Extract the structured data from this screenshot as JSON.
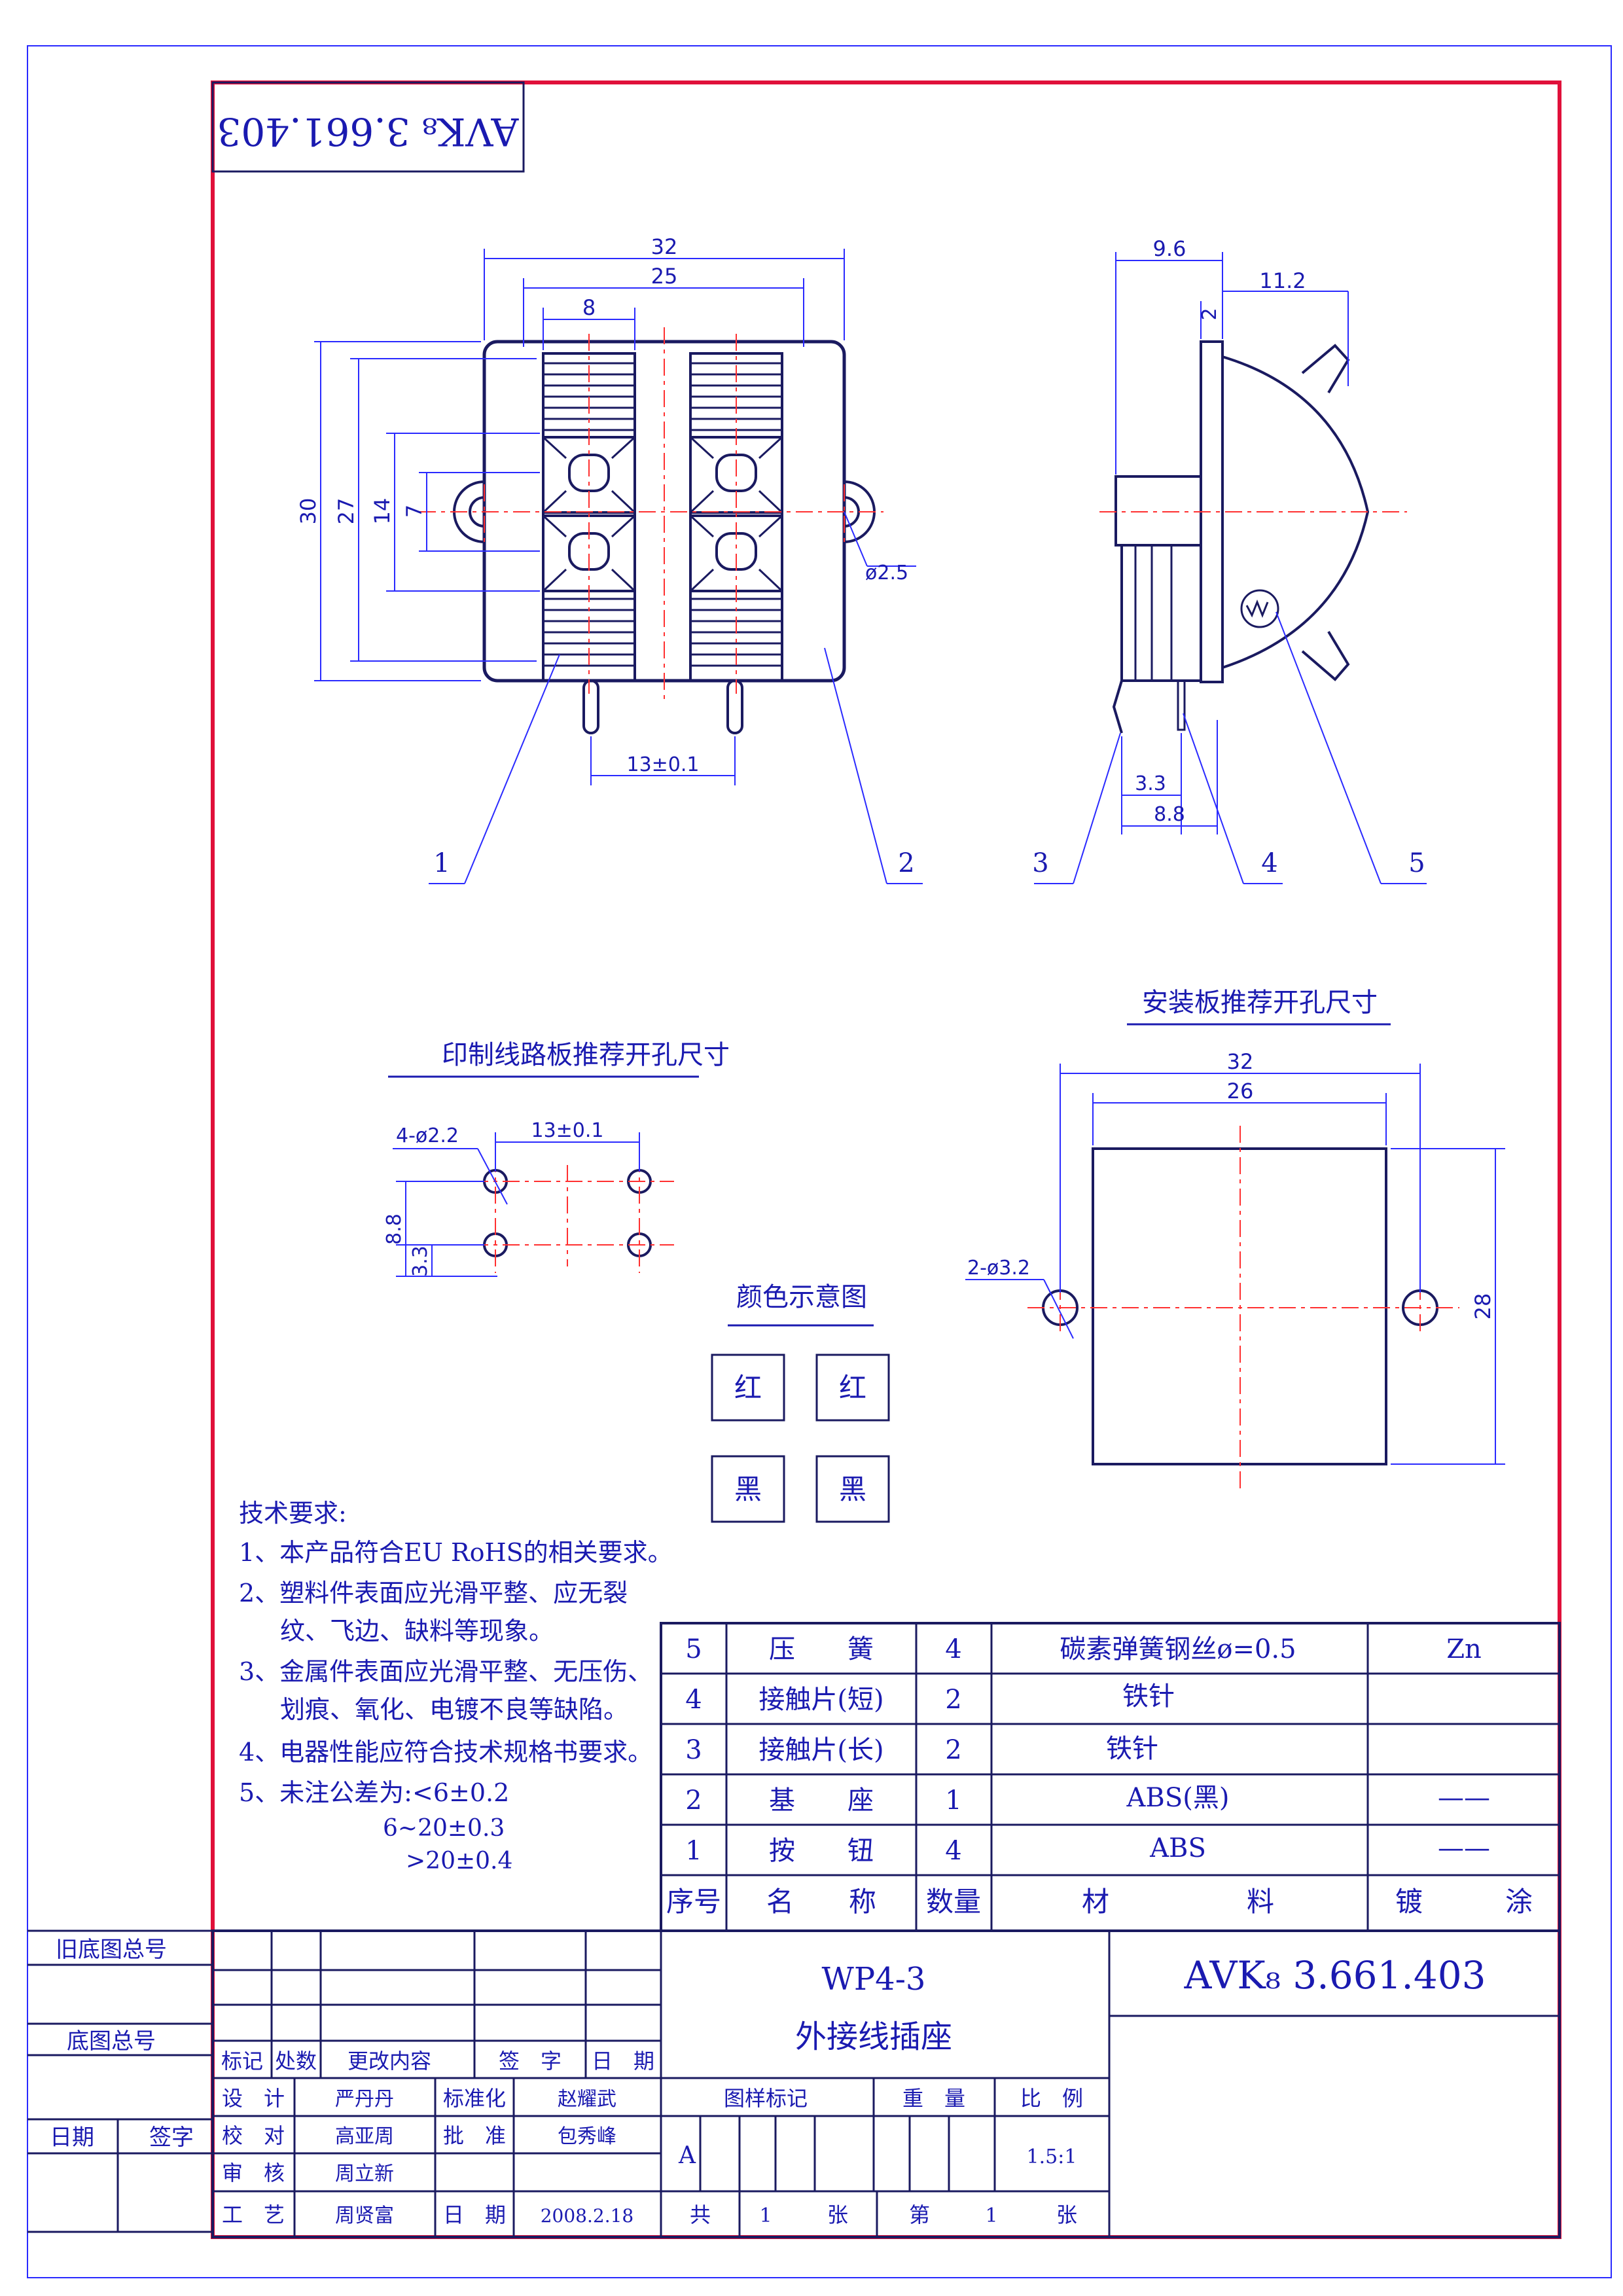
{
  "drawing_number_rotated": "AVK₈ 3.661.403",
  "front_view": {
    "dim_width_total": "32",
    "dim_width_inner": "25",
    "dim_button_width": "8",
    "dim_height_total": "30",
    "dim_height_27": "27",
    "dim_height_14": "14",
    "dim_height_7": "7",
    "dim_hole": "ø2.5",
    "dim_pin_spacing": "13±0.1",
    "callout_1": "1",
    "callout_2": "2"
  },
  "side_view": {
    "dim_96": "9.6",
    "dim_112": "11.2",
    "dim_2": "2",
    "dim_33": "3.3",
    "dim_88": "8.8",
    "callout_3": "3",
    "callout_4": "4",
    "callout_5": "5"
  },
  "pcb_cutout": {
    "title": "印制线路板推荐开孔尺寸",
    "dim_holes": "4-ø2.2",
    "dim_spacing": "13±0.1",
    "dim_88": "8.8",
    "dim_33": "3.3"
  },
  "panel_cutout": {
    "title": "安装板推荐开孔尺寸",
    "dim_32": "32",
    "dim_26": "26",
    "dim_holes": "2-ø3.2",
    "dim_28": "28"
  },
  "color_legend": {
    "title": "颜色示意图",
    "cells": [
      "红",
      "红",
      "黑",
      "黑"
    ]
  },
  "tech_requirements": {
    "heading": "技术要求:",
    "lines": [
      "1、本产品符合EU RoHS的相关要求。",
      "2、塑料件表面应光滑平整、应无裂",
      "纹、飞边、缺料等现象。",
      "3、金属件表面应光滑平整、无压伤、",
      "划痕、氧化、电镀不良等缺陷。",
      "4、电器性能应符合技术规格书要求。",
      "5、未注公差为:<6±0.2",
      "6~20±0.3",
      ">20±0.4"
    ]
  },
  "bom": {
    "rows": [
      {
        "no": "5",
        "name": "压　　簧",
        "qty": "4",
        "material": "碳素弹簧钢丝ø=0.5",
        "coating": "Zn"
      },
      {
        "no": "4",
        "name": "接触片(短)",
        "qty": "2",
        "material": "铁针",
        "coating": ""
      },
      {
        "no": "3",
        "name": "接触片(长)",
        "qty": "2",
        "material": "铁针",
        "coating": ""
      },
      {
        "no": "2",
        "name": "基　　座",
        "qty": "1",
        "material": "ABS(黑)",
        "coating": "——"
      },
      {
        "no": "1",
        "name": "按　　钮",
        "qty": "4",
        "material": "ABS",
        "coating": "——"
      }
    ],
    "header": {
      "no": "序号",
      "name": "名　　称",
      "qty": "数量",
      "material": "材　　　　　料",
      "coating": "镀　　　涂"
    }
  },
  "title_block": {
    "old_base_total": "旧底图总号",
    "base_total": "底图总号",
    "date_label": "日期",
    "sign_label": "签字",
    "rev_headers": [
      "标记",
      "处数",
      "更改内容",
      "签　字",
      "日　期"
    ],
    "roles": [
      {
        "role": "设　计",
        "name": "严丹丹",
        "role2": "标准化",
        "name2": "赵耀武"
      },
      {
        "role": "校　对",
        "name": "高亚周",
        "role2": "批　准",
        "name2": "包秀峰"
      },
      {
        "role": "审　核",
        "name": "周立新",
        "role2": "",
        "name2": ""
      },
      {
        "role": "工　艺",
        "name": "周贤富",
        "role2": "日　期",
        "name2": "2008.2.18"
      }
    ],
    "model": "WP4-3",
    "product_name": "外接线插座",
    "drawing_number": "AVK₈  3.661.403",
    "mark_label": "图样标记",
    "weight_label": "重　量",
    "scale_label": "比　例",
    "mark_value": "A",
    "scale_value": "1.5:1",
    "total_label": "共",
    "total_sheets": "1",
    "sheet_label": "张",
    "sheet_no_label": "第",
    "sheet_no": "1",
    "sheet_label2": "张"
  }
}
